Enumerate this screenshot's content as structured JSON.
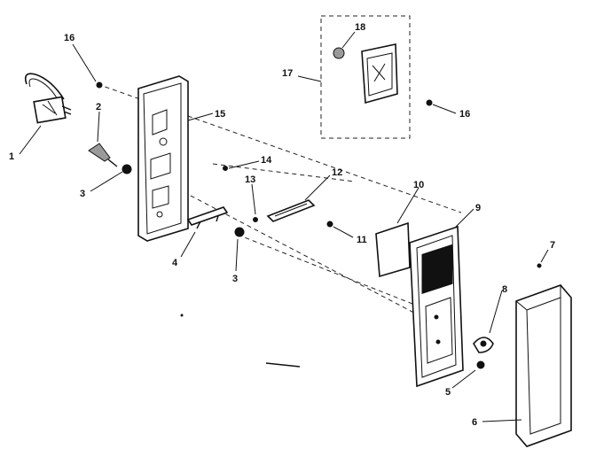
{
  "diagram": {
    "callouts": [
      "1",
      "2",
      "3",
      "3",
      "4",
      "5",
      "6",
      "7",
      "8",
      "9",
      "10",
      "11",
      "12",
      "13",
      "14",
      "15",
      "16",
      "16",
      "17",
      "18"
    ]
  }
}
